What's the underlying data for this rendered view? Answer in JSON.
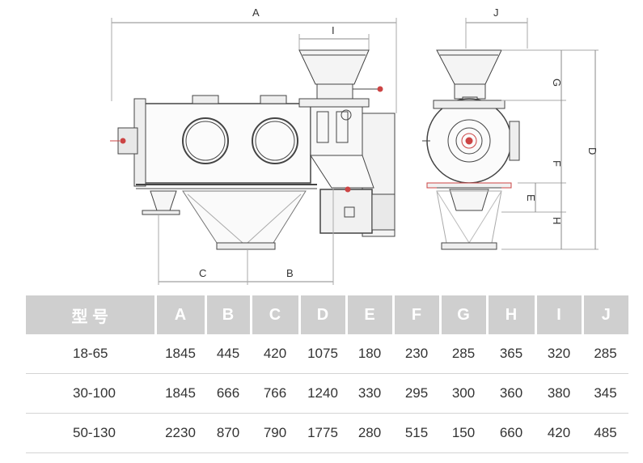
{
  "drawing": {
    "labels": {
      "A": "A",
      "B": "B",
      "C": "C",
      "D": "D",
      "E": "E",
      "F": "F",
      "G": "G",
      "H": "H",
      "I": "I",
      "J": "J"
    }
  },
  "table": {
    "headers": [
      "型 号",
      "A",
      "B",
      "C",
      "D",
      "E",
      "F",
      "G",
      "H",
      "I",
      "J"
    ],
    "rows": [
      [
        "18-65",
        "1845",
        "445",
        "420",
        "1075",
        "180",
        "230",
        "285",
        "365",
        "320",
        "285"
      ],
      [
        "30-100",
        "1845",
        "666",
        "766",
        "1240",
        "330",
        "295",
        "300",
        "360",
        "380",
        "345"
      ],
      [
        "50-130",
        "2230",
        "870",
        "790",
        "1775",
        "280",
        "515",
        "150",
        "660",
        "420",
        "485"
      ]
    ]
  }
}
